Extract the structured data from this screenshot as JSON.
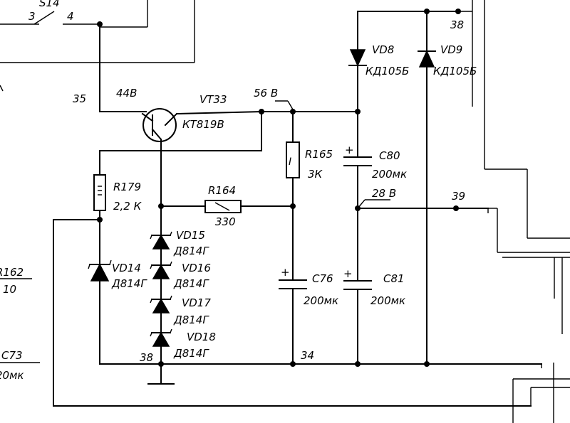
{
  "switch": {
    "ref": "S14",
    "pin_a": "3",
    "pin_b": "4"
  },
  "nodes": {
    "n35": "35",
    "n38_top": "38",
    "n39": "39",
    "n34": "34",
    "n38_bottom": "38"
  },
  "voltages": {
    "v44": "44В",
    "v56": "56 В",
    "v28": "28 В"
  },
  "transistor": {
    "ref": "VT33",
    "type": "КТ819В"
  },
  "diodes": [
    {
      "ref": "VD8",
      "type": "КД105Б"
    },
    {
      "ref": "VD9",
      "type": "КД105Б"
    },
    {
      "ref": "VD14",
      "type": "Д814Г"
    },
    {
      "ref": "VD15",
      "type": "Д814Г"
    },
    {
      "ref": "VD16",
      "type": "Д814Г"
    },
    {
      "ref": "VD17",
      "type": "Д814Г"
    },
    {
      "ref": "VD18",
      "type": "Д814Г"
    }
  ],
  "resistors": [
    {
      "ref": "R179",
      "value": "2,2 К"
    },
    {
      "ref": "R164",
      "value": "330"
    },
    {
      "ref": "R165",
      "value": "3К",
      "marking": "I"
    }
  ],
  "capacitors": [
    {
      "ref": "C80",
      "value": "200мк"
    },
    {
      "ref": "C76",
      "value": "200мк"
    },
    {
      "ref": "C81",
      "value": "200мк"
    }
  ],
  "partial_labels": {
    "r162_ref": "R162",
    "r162_value": "10",
    "c73_ref": "C73",
    "c73_value": "20мк"
  }
}
